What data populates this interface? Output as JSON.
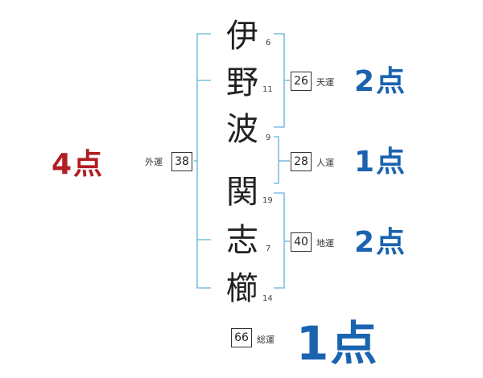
{
  "name": [
    {
      "kanji": "伊",
      "strokes": "6"
    },
    {
      "kanji": "野",
      "strokes": "11"
    },
    {
      "kanji": "波",
      "strokes": "9"
    },
    {
      "kanji": "関",
      "strokes": "19"
    },
    {
      "kanji": "志",
      "strokes": "7"
    },
    {
      "kanji": "櫛",
      "strokes": "14"
    }
  ],
  "fortunes": {
    "outer": {
      "label": "外運",
      "value": "38",
      "score": "4点"
    },
    "heaven": {
      "label": "天運",
      "value": "26",
      "score": "2点"
    },
    "person": {
      "label": "人運",
      "value": "28",
      "score": "1点"
    },
    "earth": {
      "label": "地運",
      "value": "40",
      "score": "2点"
    },
    "total": {
      "label": "総運",
      "value": "66",
      "score": "1点"
    }
  },
  "colors": {
    "bracket": "#7cc0e0",
    "score_red": "#b01e23",
    "score_blue": "#1a63b0"
  }
}
